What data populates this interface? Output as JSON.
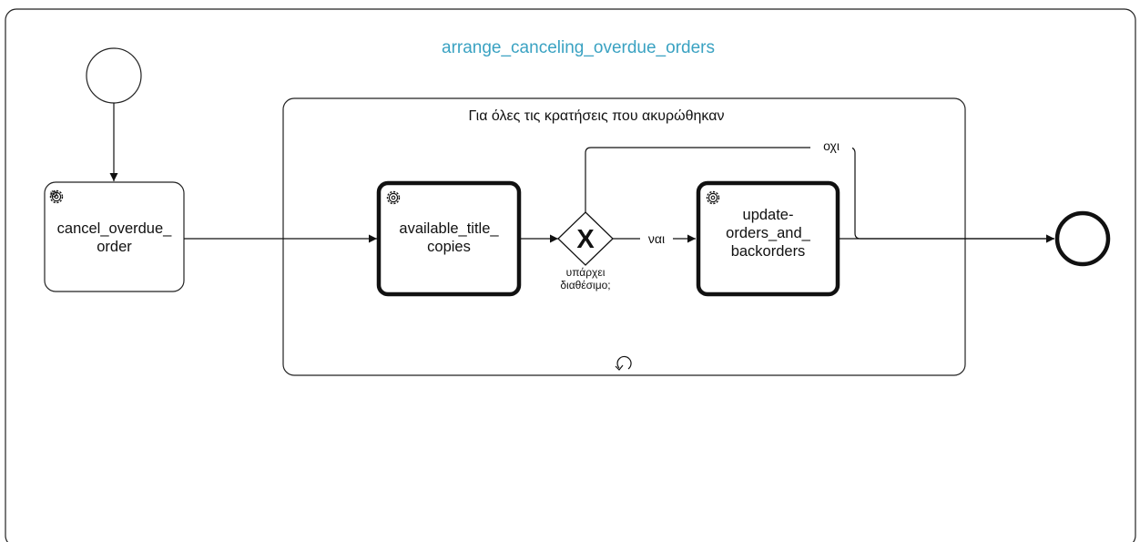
{
  "diagram": {
    "title": "arrange_canceling_overdue_orders",
    "subprocess_label": "Για όλες τις κρατήσεις που ακυρώθηκαν",
    "tasks": [
      {
        "label": "cancel_overdue_\norder",
        "icon": "gear-icon"
      },
      {
        "label": "available_title_\ncopies",
        "icon": "gear-icon"
      },
      {
        "label": "update-\norders_and_\nbackorders",
        "icon": "gear-icon"
      }
    ],
    "gateway": {
      "type": "exclusive",
      "symbol": "X",
      "label": "υπάρχει\nδιαθέσιμο;"
    },
    "flows": {
      "yes_label": "ναι",
      "no_label": "οχι"
    },
    "loop_marker_icon": "loop-arrow-icon",
    "colors": {
      "title": "#3aa2c2",
      "stroke": "#111111"
    }
  }
}
